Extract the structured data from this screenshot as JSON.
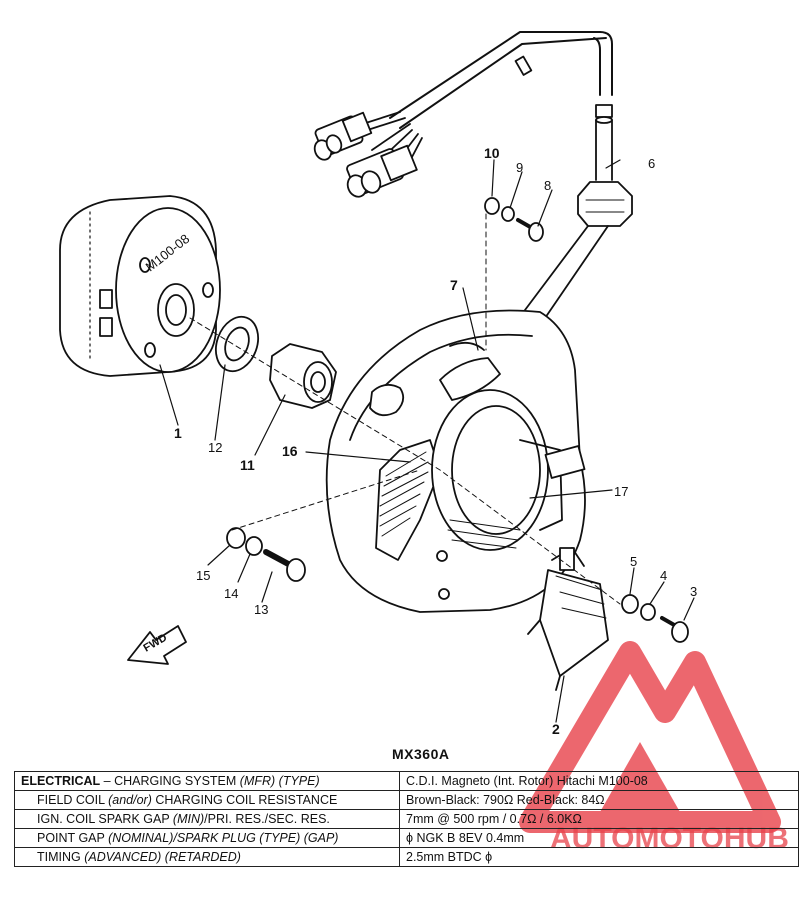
{
  "model": "MX360A",
  "callouts": {
    "c1": "1",
    "c2": "2",
    "c3": "3",
    "c4": "4",
    "c5": "5",
    "c6": "6",
    "c7": "7",
    "c8": "8",
    "c9": "9",
    "c10": "10",
    "c11": "11",
    "c12": "12",
    "c13": "13",
    "c14": "14",
    "c15": "15",
    "c16": "16",
    "c17": "17"
  },
  "rotor_marking": "M100-08",
  "fwd_label": "FWD",
  "watermark_text": "AUTOMOTOHUB",
  "colors": {
    "watermark_red": "#e8424a",
    "watermark_gray": "#8a8a8a",
    "ink": "#111111"
  },
  "table": {
    "rows": [
      {
        "label_a": "ELECTRICAL",
        "label_b": " – CHARGING SYSTEM ",
        "label_c": "(MFR) (TYPE)",
        "value": "C.D.I. Magneto (Int. Rotor)     Hitachi M100-08"
      },
      {
        "label_a": "FIELD COIL ",
        "label_b": "(and/or)",
        "label_c": " CHARGING COIL RESISTANCE",
        "value": "Brown-Black:  790Ω    Red-Black:  84Ω"
      },
      {
        "label_a": "IGN. COIL SPARK GAP ",
        "label_b": "(MIN)",
        "label_c": "/PRI. RES./SEC. RES.",
        "value": "7mm @ 500 rpm / 0.7Ω / 6.0KΩ"
      },
      {
        "label_a": "POINT GAP ",
        "label_b": "(NOMINAL)",
        "label_c": "/SPARK PLUG (TYPE) (GAP)",
        "value": "ϕ            NGK B 8EV          0.4mm"
      },
      {
        "label_a": "TIMING ",
        "label_b": "(ADVANCED) (RETARDED)",
        "label_c": "",
        "value": "2.5mm BTDC        ϕ"
      }
    ]
  }
}
